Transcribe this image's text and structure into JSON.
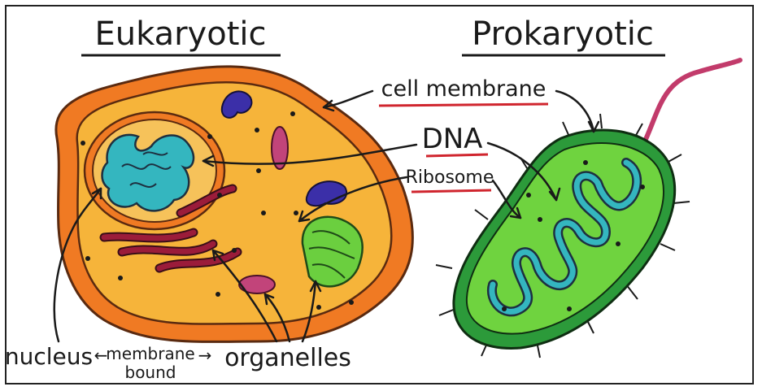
{
  "headings": {
    "eukaryotic": "Eukaryotic",
    "prokaryotic": "Prokaryotic"
  },
  "labels": {
    "cell_membrane": "cell membrane",
    "dna": "DNA",
    "ribosome": "Ribosome",
    "nucleus": "nucleus",
    "membrane_bound_line1": "membrane",
    "membrane_bound_line2": "bound",
    "organelles": "organelles"
  },
  "colors": {
    "cell_outer": "#f07a23",
    "cytoplasm": "#f6b43a",
    "nucleus_fill": "#f6c25a",
    "dna_fill": "#34b6bf",
    "er_fill": "#9b1c3a",
    "golgi_fill": "#6bcf3f",
    "vacuole_fill": "#3b2fa8",
    "lysosome_fill": "#c2447a",
    "bacterium_outer": "#2c9a3a",
    "bacterium_inner": "#6fd33f",
    "flagellum": "#c23b6b",
    "underline": "#d0252e"
  }
}
